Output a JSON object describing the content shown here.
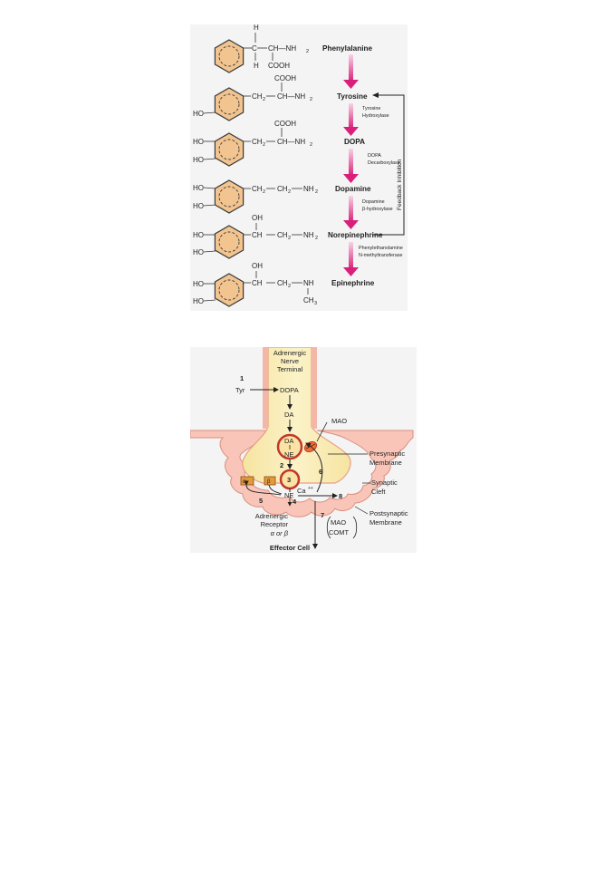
{
  "pathway": {
    "compounds": [
      {
        "name": "Phenylalanine",
        "formula": "CH—NH",
        "upper": "H",
        "lower": "COOH",
        "h": "H"
      },
      {
        "name": "Tyrosine",
        "formula": "CH—CH—NH",
        "upper": "COOH",
        "ho": "HO"
      },
      {
        "name": "DOPA",
        "formula": "CH—CH—NH",
        "upper": "COOH",
        "ho": "HO"
      },
      {
        "name": "Dopamine",
        "formula": "CH—CH—NH",
        "ho": "HO"
      },
      {
        "name": "Norepinephrine",
        "formula": "CH—CH—NH",
        "upper": "OH",
        "ho": "HO"
      },
      {
        "name": "Epinephrine",
        "formula": "CH—CH—NH",
        "upper": "OH",
        "lower": "CH",
        "ho": "HO"
      }
    ],
    "enzymes": [
      {
        "line1": "Tyrosine",
        "line2": "Hydroxylase"
      },
      {
        "line1": "DOPA",
        "line2": "Decarboxylase"
      },
      {
        "line1": "Dopamine",
        "line2": "β-hydroxylase"
      },
      {
        "line1": "Phenylethanolamine",
        "line2": "N-methyltransferase"
      }
    ],
    "feedback_label": "Feedback Inhibition",
    "sub2": "2",
    "sub3": "3"
  },
  "synapse": {
    "terminal_label": [
      "Adrenergic",
      "Nerve",
      "Terminal"
    ],
    "tyr": "Tyr",
    "dopa": "DOPA",
    "da": "DA",
    "ne": "NE",
    "mao": "MAO",
    "ca": "Ca",
    "ca_sup": "++",
    "alpha": "α₂",
    "beta": "β",
    "presynaptic": [
      "Presynaptic",
      "Membrane"
    ],
    "cleft": [
      "Synaptic",
      "Cleft"
    ],
    "postsynaptic": [
      "Postsynaptic",
      "Membrane"
    ],
    "receptor": [
      "Adrenergic",
      "Receptor",
      "α or β"
    ],
    "metab": [
      "MAO",
      "COMT"
    ],
    "effector": "Effector Cell",
    "steps": [
      "1",
      "2",
      "3",
      "4",
      "5",
      "6",
      "7",
      "8"
    ]
  }
}
